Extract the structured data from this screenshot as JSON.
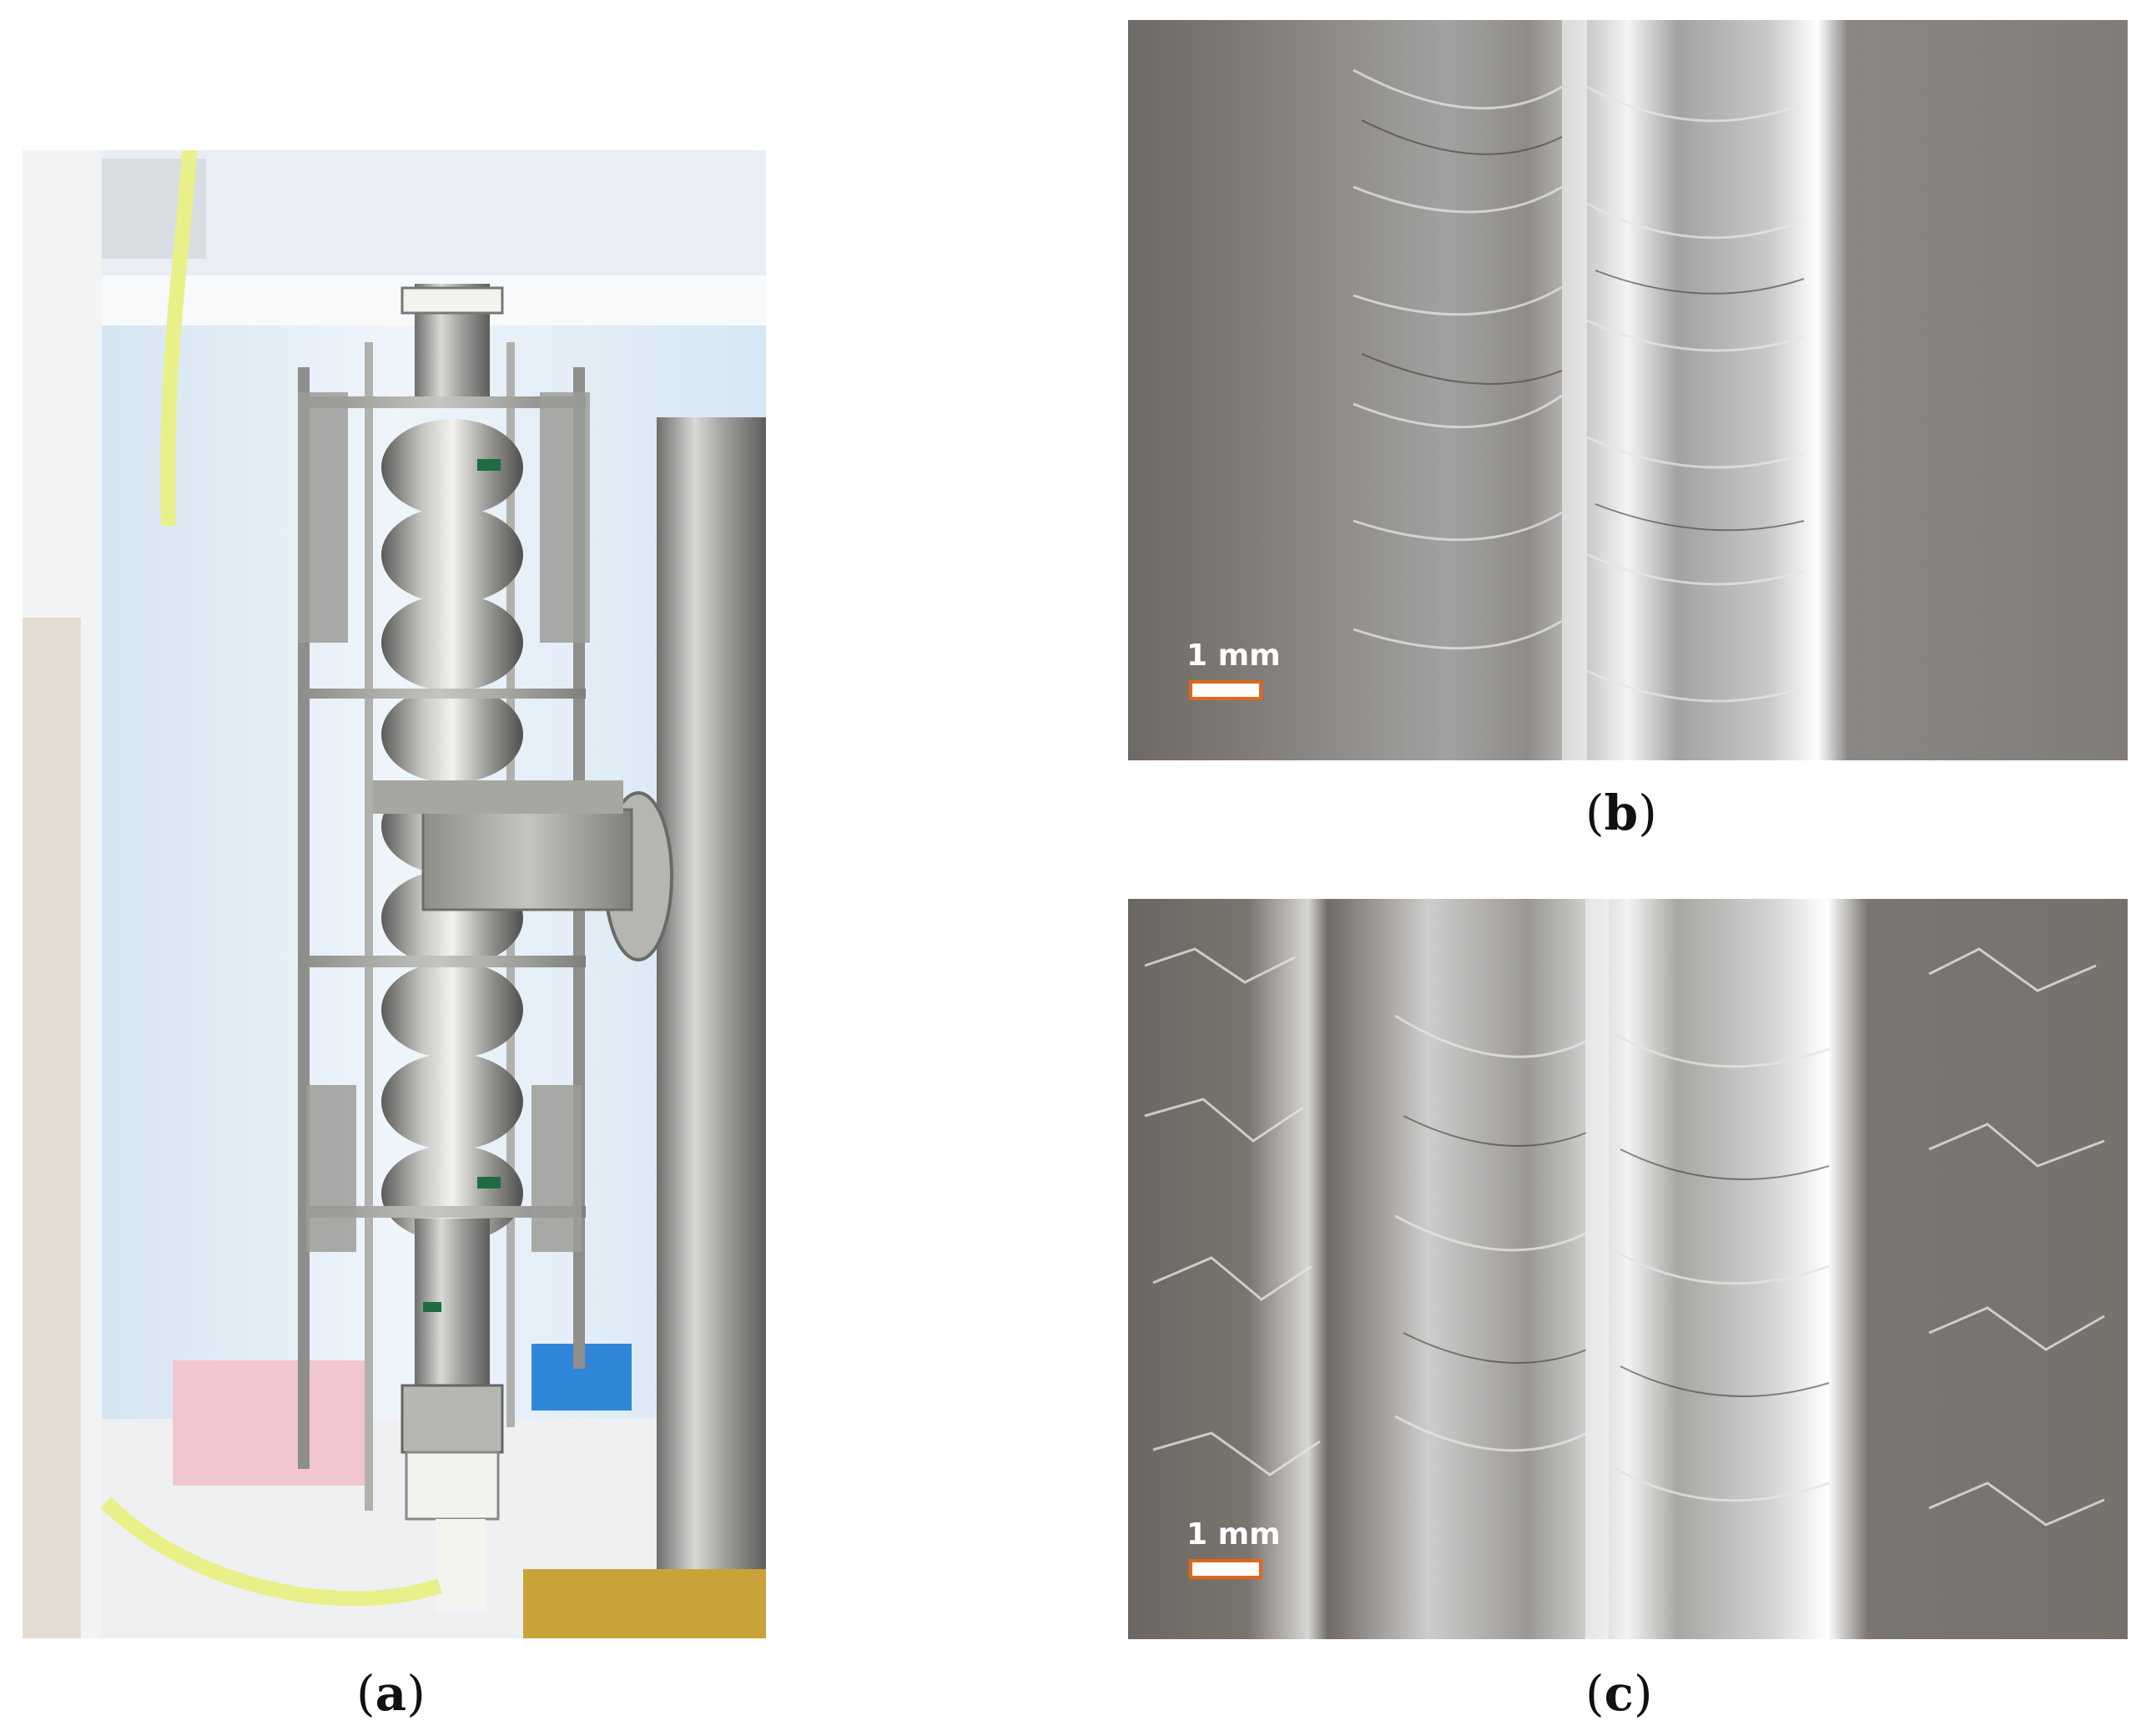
{
  "panels": {
    "a": {
      "caption_open": "(",
      "caption_letter": "a",
      "caption_close": ")"
    },
    "b": {
      "caption_open": "(",
      "caption_letter": "b",
      "caption_close": ")",
      "scale_label": "1 mm"
    },
    "c": {
      "caption_open": "(",
      "caption_letter": "c",
      "caption_close": ")",
      "scale_label": "1 mm"
    }
  },
  "colors": {
    "scalebar_border": "#e0671c",
    "micrograph_base": "#77726d",
    "cabinet_light": "#dfe9f4",
    "steel": "#a9a9a6"
  }
}
